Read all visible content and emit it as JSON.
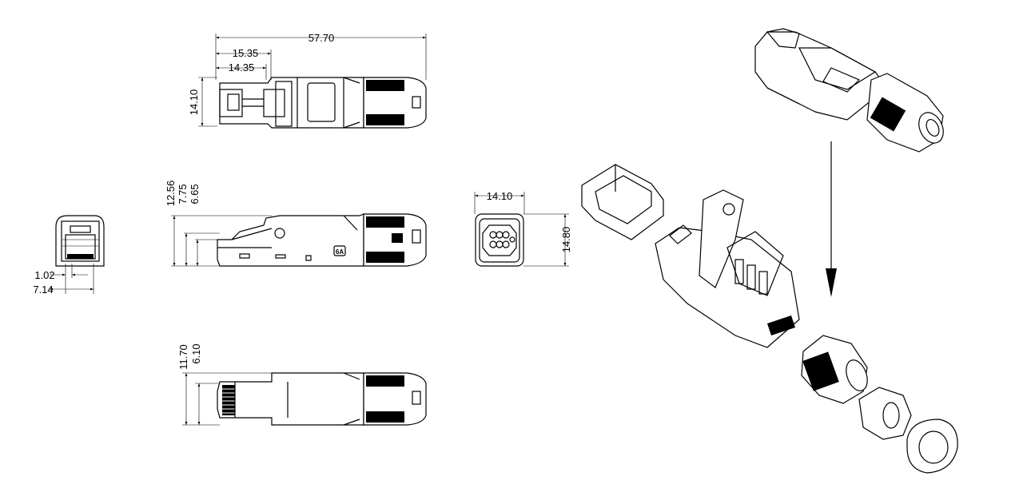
{
  "dimensions": {
    "overall_length": "57.70",
    "length_a": "15.35",
    "length_b": "14.35",
    "top_height": "14.10",
    "side_h1": "12.56",
    "side_h2": "7.75",
    "side_h3": "6.65",
    "front_d1": "1.02",
    "front_d2": "7.14",
    "rear_width": "14.10",
    "rear_height": "14.80",
    "bottom_h1": "11.70",
    "bottom_h2": "6.10"
  },
  "marking": "6A",
  "colors": {
    "line": "#000000",
    "background": "#ffffff"
  }
}
